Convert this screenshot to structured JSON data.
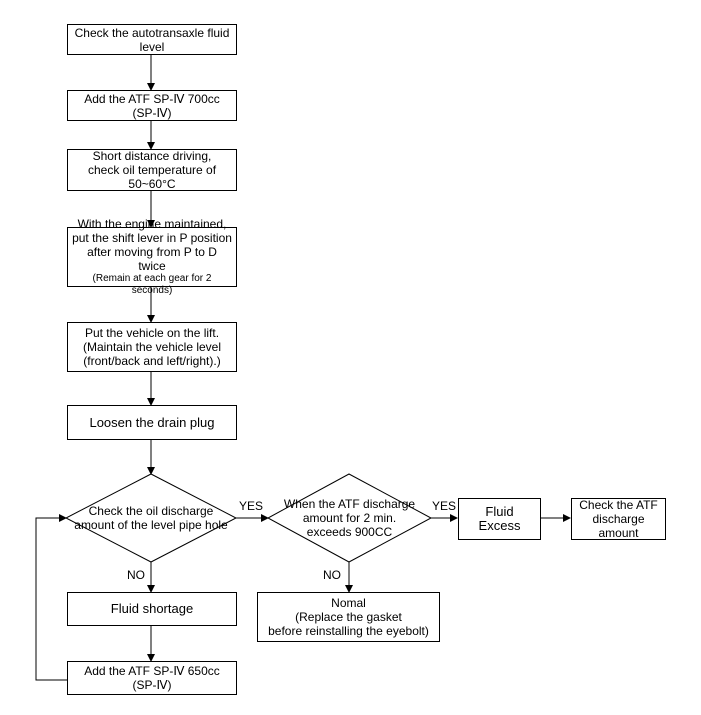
{
  "steps": {
    "check_level": "Check the autotransaxle fluid level",
    "add_700": "Add the ATF SP-Ⅳ 700cc (SP-Ⅳ)",
    "short_drive": [
      "Short distance driving,",
      "check oil temperature of 50~60°C"
    ],
    "engine": [
      "With the engine maintained,",
      "put the shift lever in P position",
      "after moving from P to D twice"
    ],
    "engine_note": "(Remain at each gear for 2 seconds)",
    "lift": [
      "Put the vehicle on the lift.",
      "(Maintain the vehicle level",
      "(front/back and left/right).)"
    ],
    "drain": "Loosen the drain plug",
    "shortage": "Fluid shortage",
    "add_650": "Add the ATF SP-Ⅳ 650cc (SP-Ⅳ)",
    "excess": "Fluid Excess",
    "check_discharge": [
      "Check the ATF",
      "discharge amount"
    ],
    "normal": [
      "Nomal",
      "(Replace the gasket",
      "before reinstalling the eyebolt)"
    ]
  },
  "decisions": {
    "oil_discharge": [
      "Check the oil discharge",
      "amount of the level pipe hole"
    ],
    "atf_discharge": [
      "When the ATF discharge",
      "amount for 2 min.",
      "exceeds 900CC"
    ]
  },
  "labels": {
    "yes1": "YES",
    "yes2": "YES",
    "no1": "NO",
    "no2": "NO"
  }
}
